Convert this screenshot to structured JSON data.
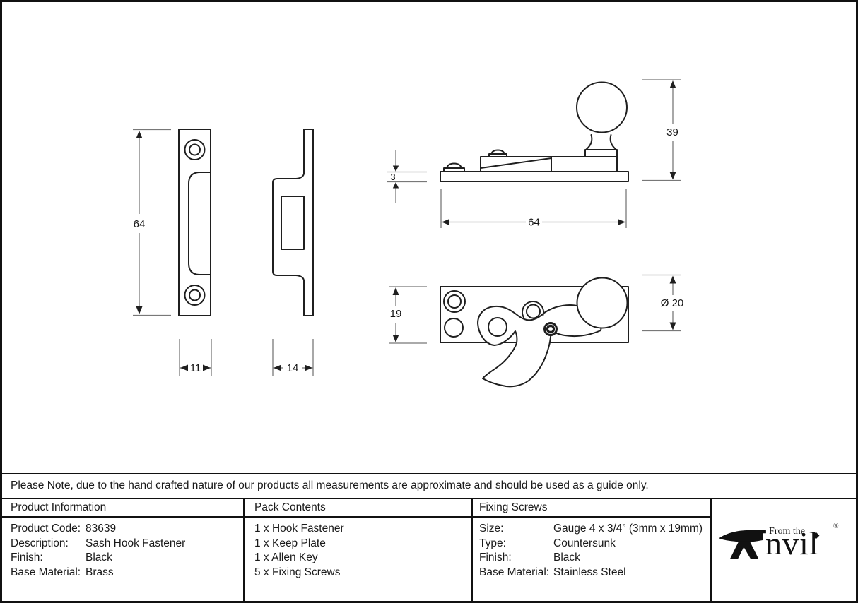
{
  "note": "Please Note, due to the hand crafted nature of our products all measurements are approximate and should be used as a guide only.",
  "drawing": {
    "keep_plate_front": {
      "height_dim": "64",
      "width_dim": "11"
    },
    "keep_plate_side": {
      "width_dim": "14"
    },
    "fastener_side": {
      "thickness_dim": "3",
      "length_dim": "64",
      "height_dim": "39"
    },
    "fastener_plan": {
      "width_dim": "19",
      "knob_dim": "Ø 20"
    }
  },
  "product_information": {
    "title": "Product Information",
    "rows": [
      {
        "label": "Product Code:",
        "value": "83639"
      },
      {
        "label": "Description:",
        "value": "Sash Hook Fastener"
      },
      {
        "label": "Finish:",
        "value": "Black"
      },
      {
        "label": "Base Material:",
        "value": "Brass"
      }
    ]
  },
  "pack_contents": {
    "title": "Pack Contents",
    "items": [
      "1 x Hook Fastener",
      "1 x Keep Plate",
      "1 x Allen Key",
      "5 x Fixing Screws"
    ]
  },
  "fixing_screws": {
    "title": "Fixing Screws",
    "rows": [
      {
        "label": "Size:",
        "value": "Gauge 4 x 3/4” (3mm x 19mm)"
      },
      {
        "label": "Type:",
        "value": "Countersunk"
      },
      {
        "label": "Finish:",
        "value": "Black"
      },
      {
        "label": "Base Material:",
        "value": "Stainless Steel"
      }
    ]
  },
  "logo": {
    "prefix": "From the",
    "word_rest": "nvil",
    "registered": "®"
  },
  "colors": {
    "line": "#1f1f1f",
    "dim_line": "#787878",
    "border": "#111111",
    "background": "#ffffff"
  }
}
